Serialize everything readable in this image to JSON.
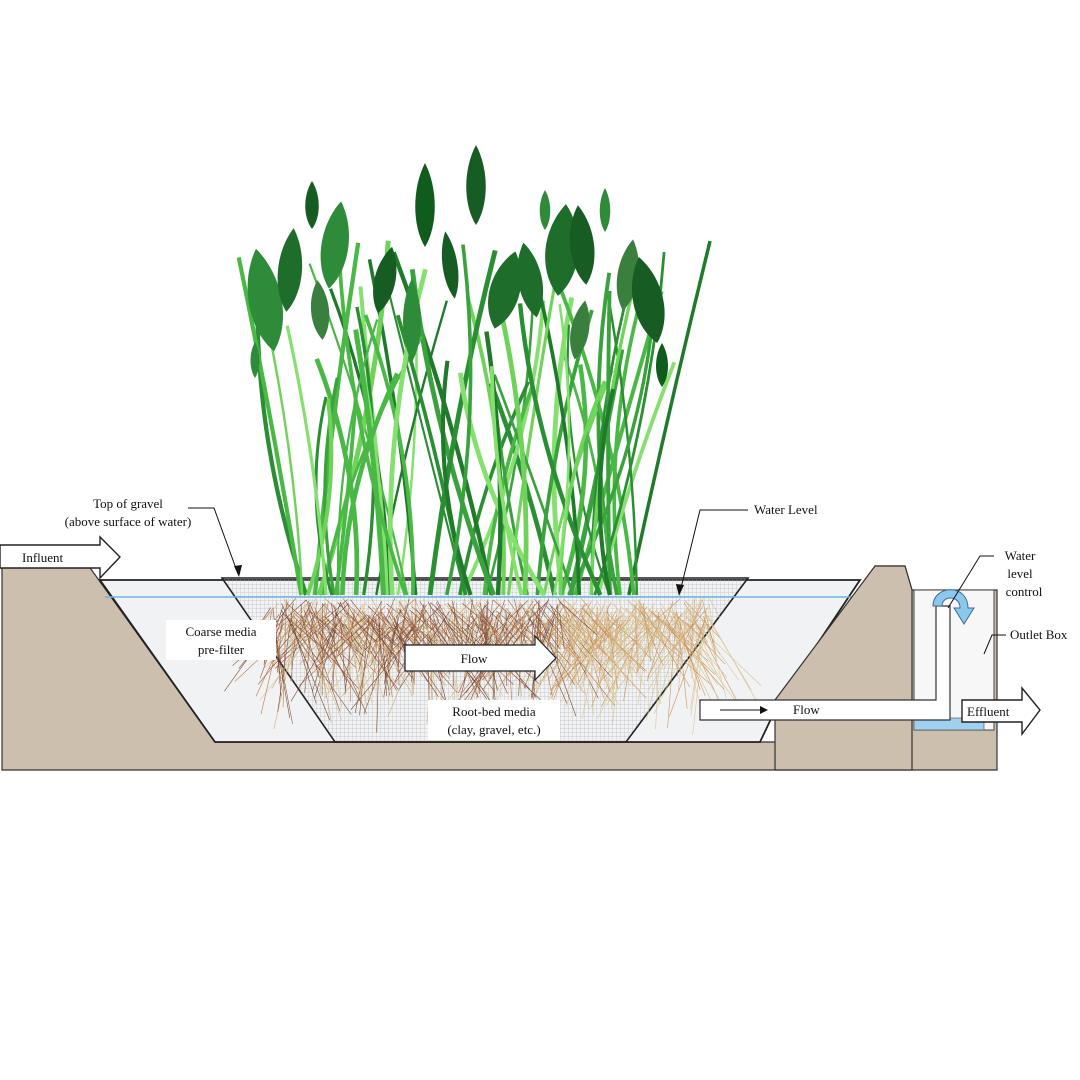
{
  "labels": {
    "influent": "Influent",
    "top_of_gravel_1": "Top of gravel",
    "top_of_gravel_2": "(above surface of water)",
    "water_level": "Water Level",
    "water_level_control_1": "Water",
    "water_level_control_2": "level",
    "water_level_control_3": "control",
    "outlet_box": "Outlet Box",
    "coarse_media_1": "Coarse media",
    "coarse_media_2": "pre-filter",
    "flow_center": "Flow",
    "root_bed_1": "Root-bed media",
    "root_bed_2": "(clay, gravel, etc.)",
    "flow_outlet": "Flow",
    "effluent": "Effluent"
  },
  "colors": {
    "ground": "#cdbfae",
    "water": "#f2f3f5",
    "water_line": "#6cb4e6",
    "gravel_grid": "#9a9a9a",
    "leaf_dark": "#1f6d2a",
    "leaf_mid": "#2e8b3a",
    "stem_light": "#6fd35a",
    "root_brown": "#7a3b20",
    "root_tan": "#d8c08a",
    "outlet_water": "#9fd0ef",
    "arrow_fill": "#ffffff"
  }
}
